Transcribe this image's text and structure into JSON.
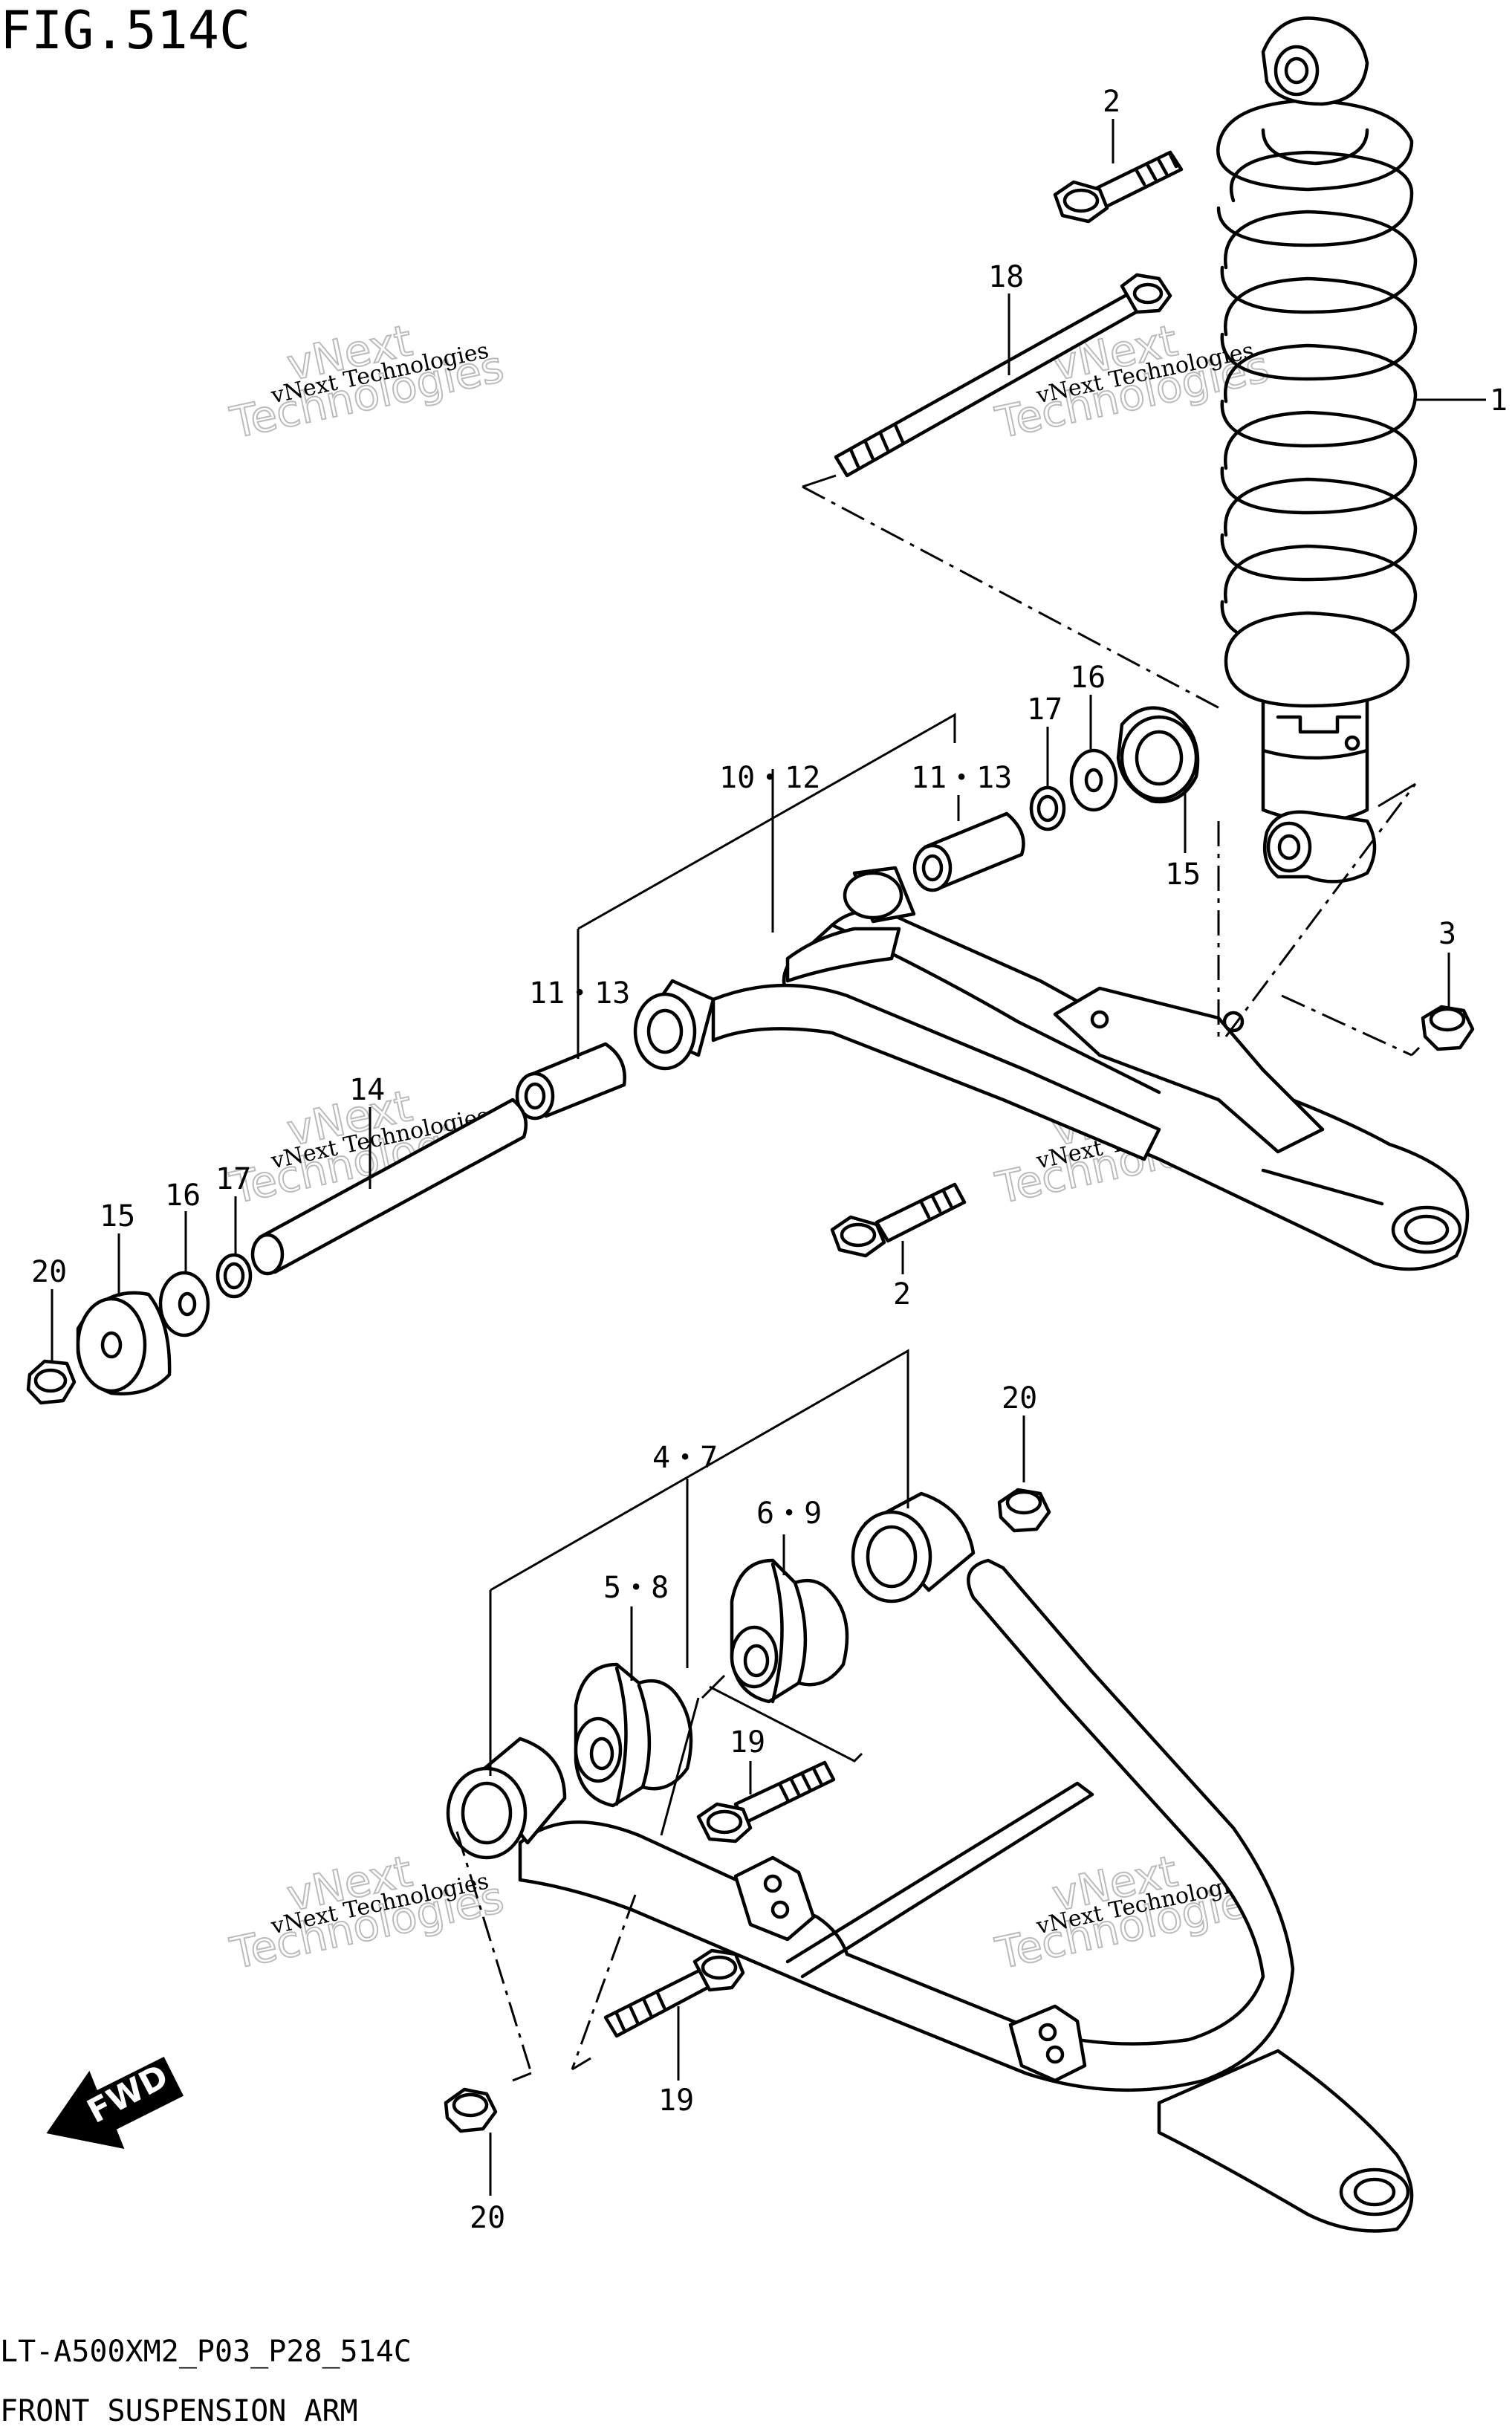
{
  "figure": {
    "title": "FIG.514C",
    "code": "LT-A500XM2_P03_P28_514C",
    "caption": "FRONT SUSPENSION ARM",
    "direction_label": "FWD"
  },
  "watermark": {
    "line1": "vNext Technologies",
    "line2a": "vNext",
    "line2b": "Technologies"
  },
  "callouts": {
    "c1": "1",
    "c2_top": "2",
    "c2_bottom": "2",
    "c3": "3",
    "c18": "18",
    "c16_top": "16",
    "c17_top": "17",
    "c15_top": "15",
    "c11_13_top": "11・13",
    "c10_12": "10・12",
    "c11_13_left": "11・13",
    "c14": "14",
    "c15_left": "15",
    "c16_left": "16",
    "c17_left": "17",
    "c20_left": "20",
    "c20_right": "20",
    "c20_bottom": "20",
    "c4_7": "4・7",
    "c6_9": "6・9",
    "c5_8": "5・8",
    "c19_top": "19",
    "c19_bottom": "19"
  },
  "colors": {
    "line": "#000000",
    "background": "#ffffff",
    "watermark_outline": "#bbbbbb"
  }
}
